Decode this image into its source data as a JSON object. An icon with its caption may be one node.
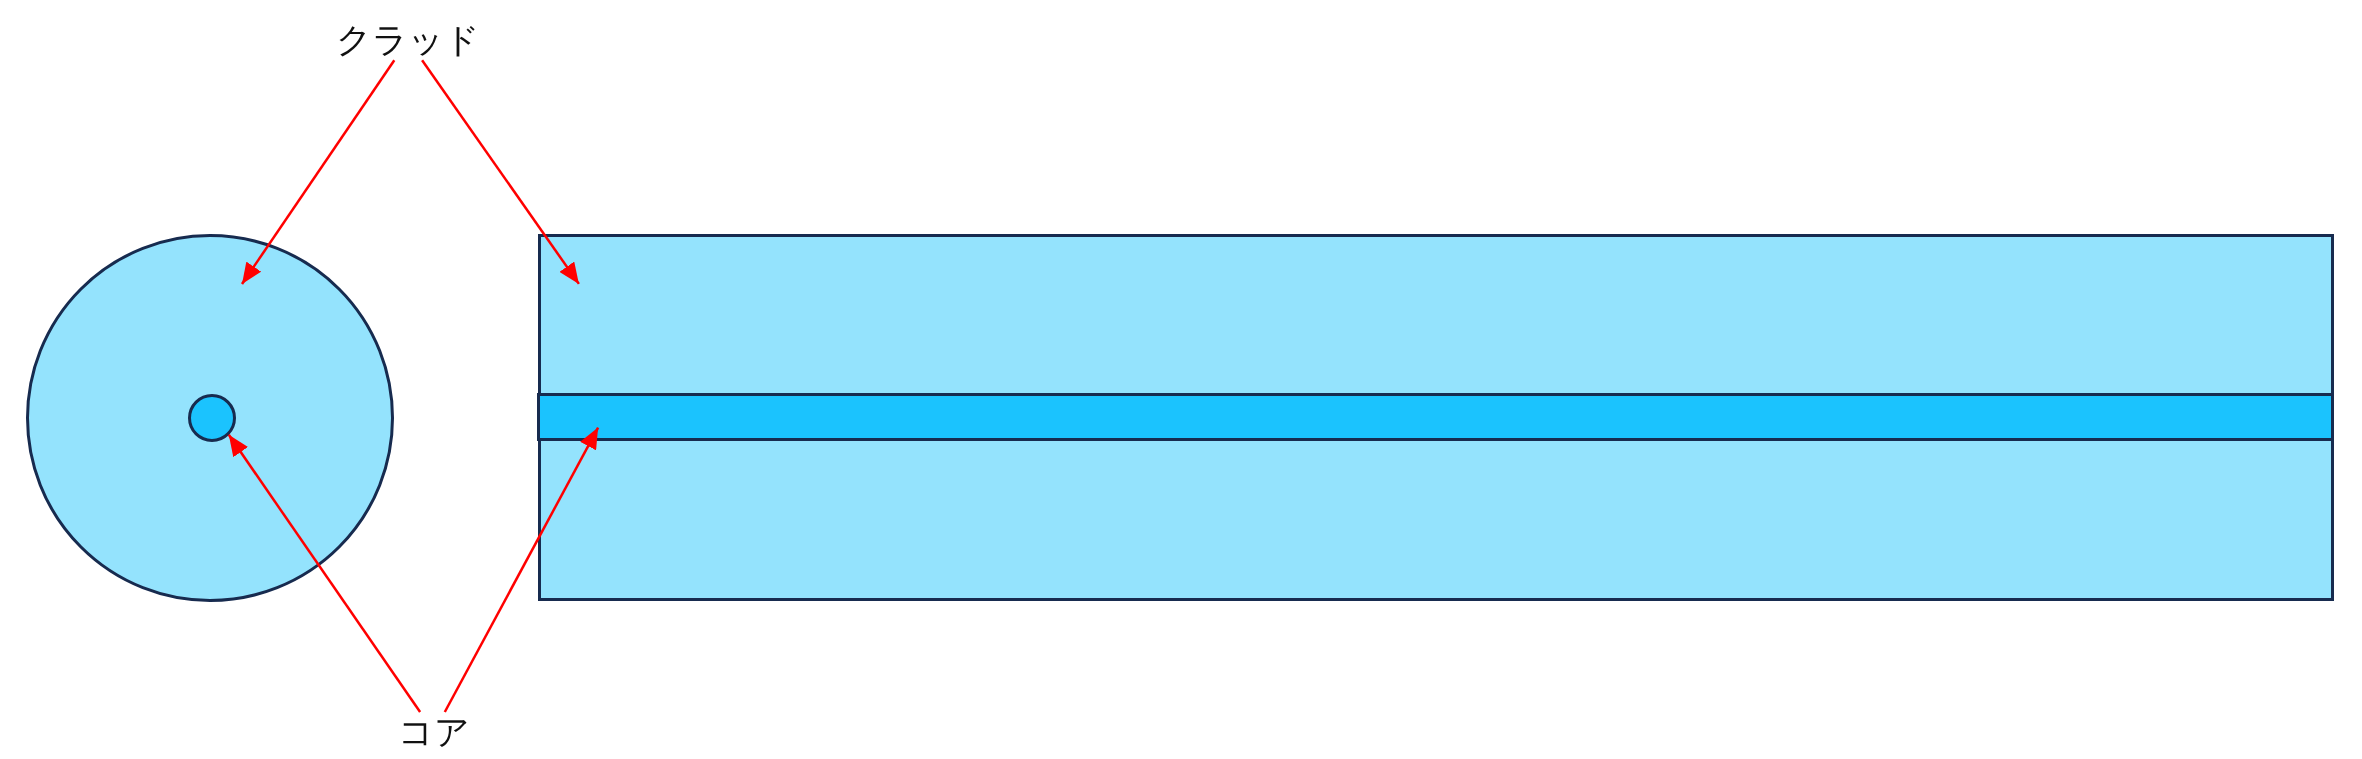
{
  "diagram": {
    "nodes": [
      {
        "text": [
          "クラッド"
        ]
      },
      {
        "text": [],
        "shape": "circle"
      },
      {
        "text": [],
        "shape": "circle",
        "in": 1
      },
      {
        "text": [],
        "shape": "box"
      },
      {
        "text": [],
        "shape": "bar",
        "in": 3
      },
      {
        "text": [
          "コア"
        ]
      }
    ],
    "edges": [
      {
        "from": 0,
        "to": 1,
        "arrow": "to"
      },
      {
        "from": 0,
        "to": 3,
        "arrow": "to"
      },
      {
        "from": 5,
        "to": 2,
        "arrow": "to"
      },
      {
        "from": 5,
        "to": 4,
        "arrow": "to"
      }
    ]
  }
}
